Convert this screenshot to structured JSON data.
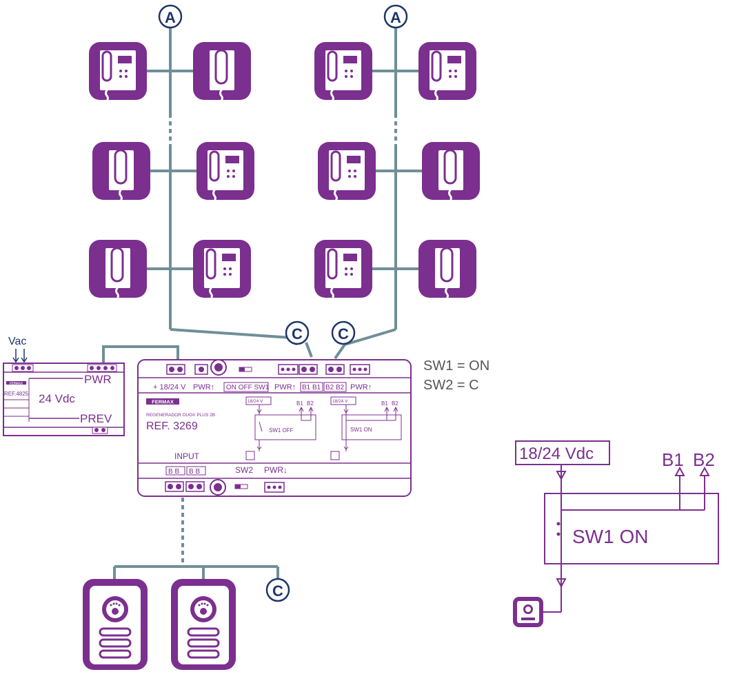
{
  "colors": {
    "purple": "#7b2f8e",
    "wire": "#6f8f98",
    "navy": "#1e3668",
    "box_outline": "#7b2f8e",
    "text_gray": "#555555"
  },
  "markers": {
    "a_label": "A",
    "c_label": "C"
  },
  "icons": {
    "monitor": "video-monitor-icon",
    "telephone": "telephone-handset-icon",
    "door_panel": "door-entry-panel-icon"
  },
  "psu": {
    "vac_label": "Vac",
    "ref": "REF.4825",
    "brand": "FERMAX",
    "voltage": "24 Vdc",
    "pwr_label": "PWR",
    "prev_label": "PREV"
  },
  "regen": {
    "brand": "FERMAX",
    "model": "REGENERADOR DUOX PLUS 2B",
    "ref": "REF. 3269",
    "top_labels": {
      "v1824": "+ 18/24 V",
      "pwr_up_1": "PWR↑",
      "on_off_sw1": "ON OFF SW1",
      "pwr_up_2": "PWR↑",
      "b1b1": "B1 B1",
      "b2b2": "B2 B2",
      "pwr_up_3": "PWR↑"
    },
    "left_diag": {
      "v": "18/24 V",
      "b1": "B1",
      "b2": "B2",
      "state": "SW1 OFF"
    },
    "right_diag": {
      "v": "18/24 V",
      "b1": "B1",
      "b2": "B2",
      "state": "SW1 ON"
    },
    "input_label": "INPUT",
    "bottom_labels": {
      "bb1": "B  B",
      "bb2": "B  B",
      "sw2": "SW2",
      "pwr_down": "PWR↓"
    }
  },
  "settings": {
    "sw1": "SW1 = ON",
    "sw2": "SW2 = C"
  },
  "schematic": {
    "voltage_box": "18/24 Vdc",
    "b1": "B1",
    "b2": "B2",
    "state": "SW1 ON"
  }
}
